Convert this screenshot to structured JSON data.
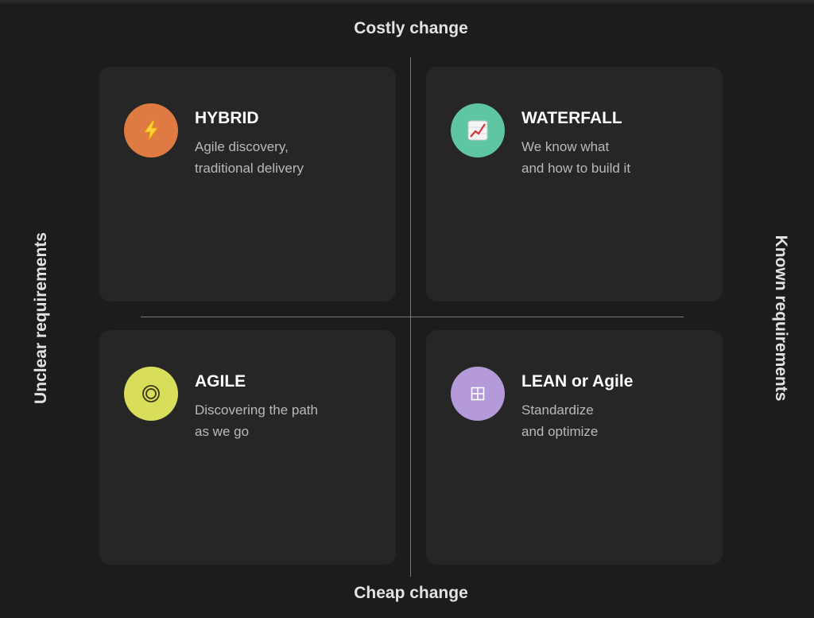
{
  "axes": {
    "top": "Costly change",
    "bottom": "Cheap change",
    "left": "Unclear requirements",
    "right": "Known requirements"
  },
  "quadrants": [
    {
      "position": "top-left",
      "title": "HYBRID",
      "description": [
        "Agile discovery,",
        "traditional delivery"
      ],
      "icon": "lightning-icon",
      "color": "#e07a43"
    },
    {
      "position": "top-right",
      "title": "WATERFALL",
      "description": [
        "We know what",
        "and how to build it"
      ],
      "icon": "chart-increasing-icon",
      "color": "#5ec5a5"
    },
    {
      "position": "bottom-left",
      "title": "AGILE",
      "description": [
        "Discovering the path",
        "as we go"
      ],
      "icon": "target-circle-icon",
      "color": "#d9de5a"
    },
    {
      "position": "bottom-right",
      "title": "LEAN or Agile",
      "description": [
        "Standardize",
        "and optimize"
      ],
      "icon": "grid-square-icon",
      "color": "#b49ad8"
    }
  ]
}
